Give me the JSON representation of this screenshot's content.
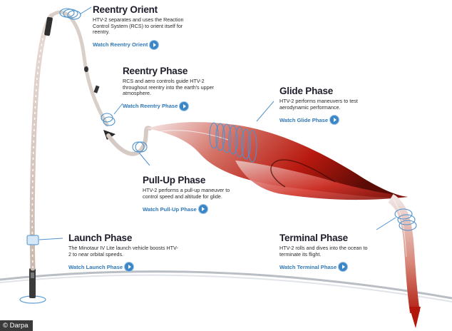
{
  "phases": {
    "reentry_orient": {
      "title": "Reentry Orient",
      "text": "HTV-2 separates and uses the Reaction Control System (RCS) to orient itself for reentry.",
      "link": "Watch Reentry Orient"
    },
    "reentry_phase": {
      "title": "Reentry Phase",
      "text": "RCS and aero controls guide HTV-2 throughout reentry into the earth's upper atmosphere.",
      "link": "Watch Reentry Phase"
    },
    "glide_phase": {
      "title": "Glide Phase",
      "text": "HTV-2 performs maneuvers to test aerodynamic performance.",
      "link": "Watch Glide Phase"
    },
    "pull_up_phase": {
      "title": "Pull-Up Phase",
      "text": "HTV-2 performs a pull-up maneuver to control speed and altitude for glide.",
      "link": "Watch Pull-Up Phase"
    },
    "launch_phase": {
      "title": "Launch Phase",
      "text": "The Minotaur IV Lite launch vehicle boosts HTV-2 to near orbital speeds.",
      "link": "Watch Launch Phase"
    },
    "terminal_phase": {
      "title": "Terminal Phase",
      "text": "HTV-2 rolls and dives into the ocean to terminate its flight.",
      "link": "Watch Terminal Phase"
    }
  },
  "credit": "© Darpa",
  "colors": {
    "accent_link": "#2f78b8",
    "glide_red": "#c0221a",
    "title_dark": "#1d1d2b"
  }
}
